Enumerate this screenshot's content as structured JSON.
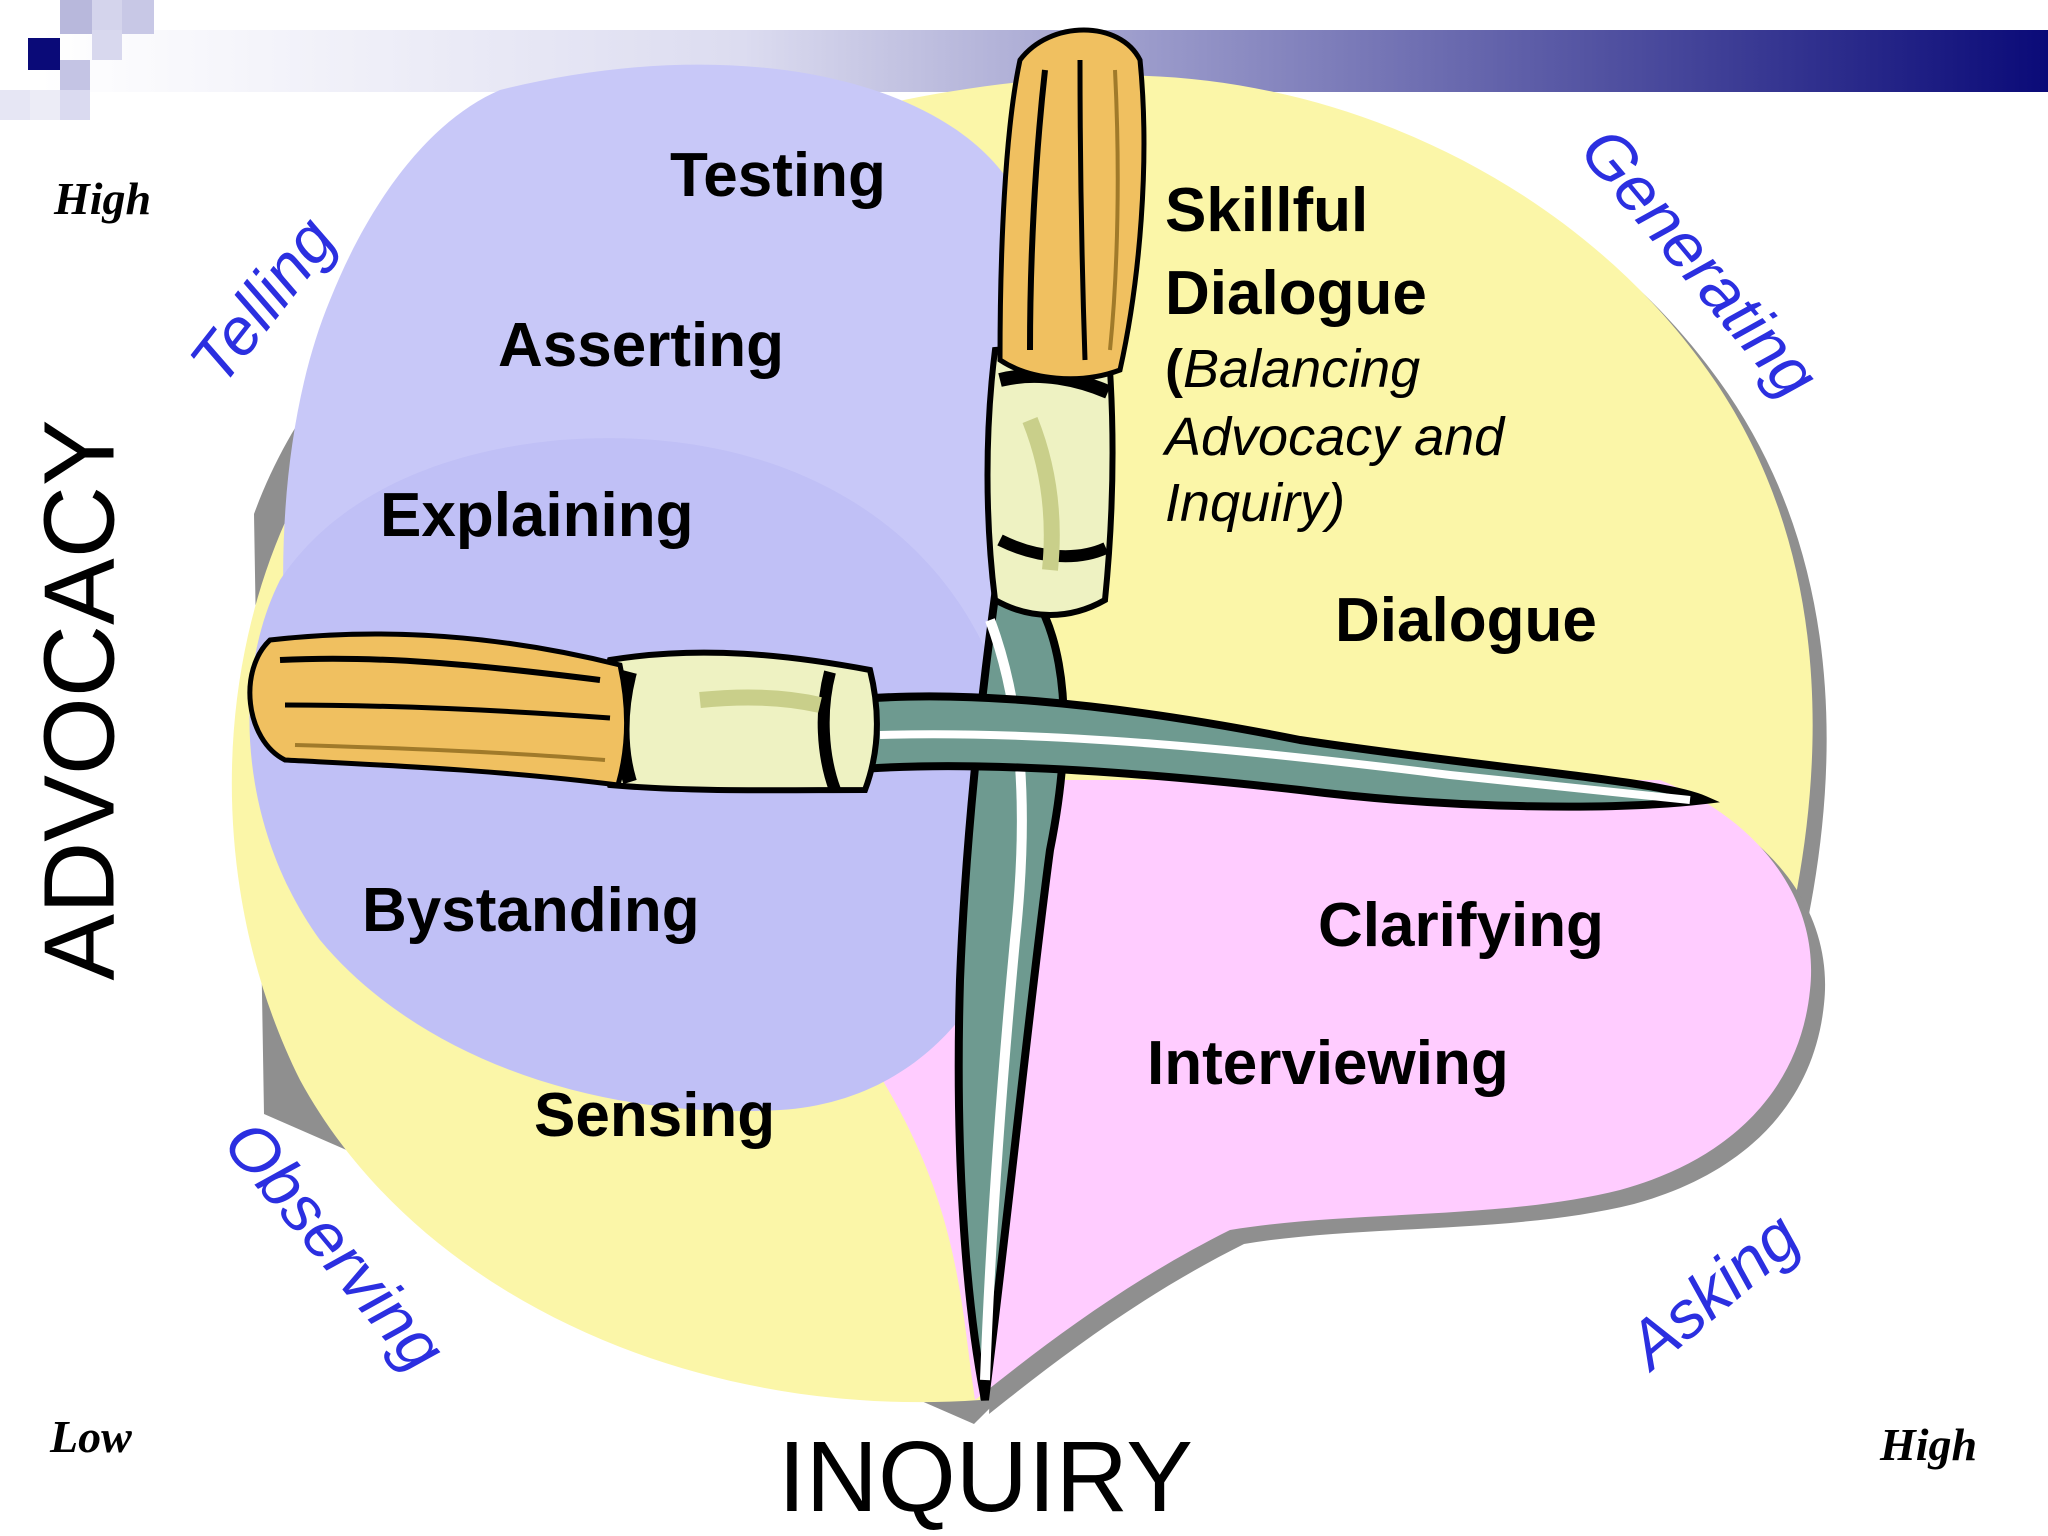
{
  "axes": {
    "vertical": "ADVOCACY",
    "horizontal": "INQUIRY",
    "high_top": "High",
    "low_origin": "Low",
    "high_right": "High"
  },
  "modes": {
    "telling": "Telling",
    "generating": "Generating",
    "observing": "Observing",
    "asking": "Asking"
  },
  "behaviors": {
    "testing": "Testing",
    "asserting": "Asserting",
    "explaining": "Explaining",
    "bystanding": "Bystanding",
    "sensing": "Sensing",
    "skillful_line1": "Skillful",
    "skillful_line2": "Dialogue",
    "balancing_open": "(",
    "balancing_line1": "Balancing",
    "balancing_line2": "Advocacy and",
    "balancing_line3": "Inquiry)",
    "dialogue": "Dialogue",
    "clarifying": "Clarifying",
    "interviewing": "Interviewing"
  },
  "colors": {
    "yellow_region": "#fbf6a8",
    "blue_region": "#c4c4f6",
    "pink_region": "#ffccff",
    "brush_bristle": "#f0c060",
    "brush_ferrule": "#eef2c2",
    "brush_handle": "#6e9a90",
    "mode_text": "#2b2fe0"
  }
}
